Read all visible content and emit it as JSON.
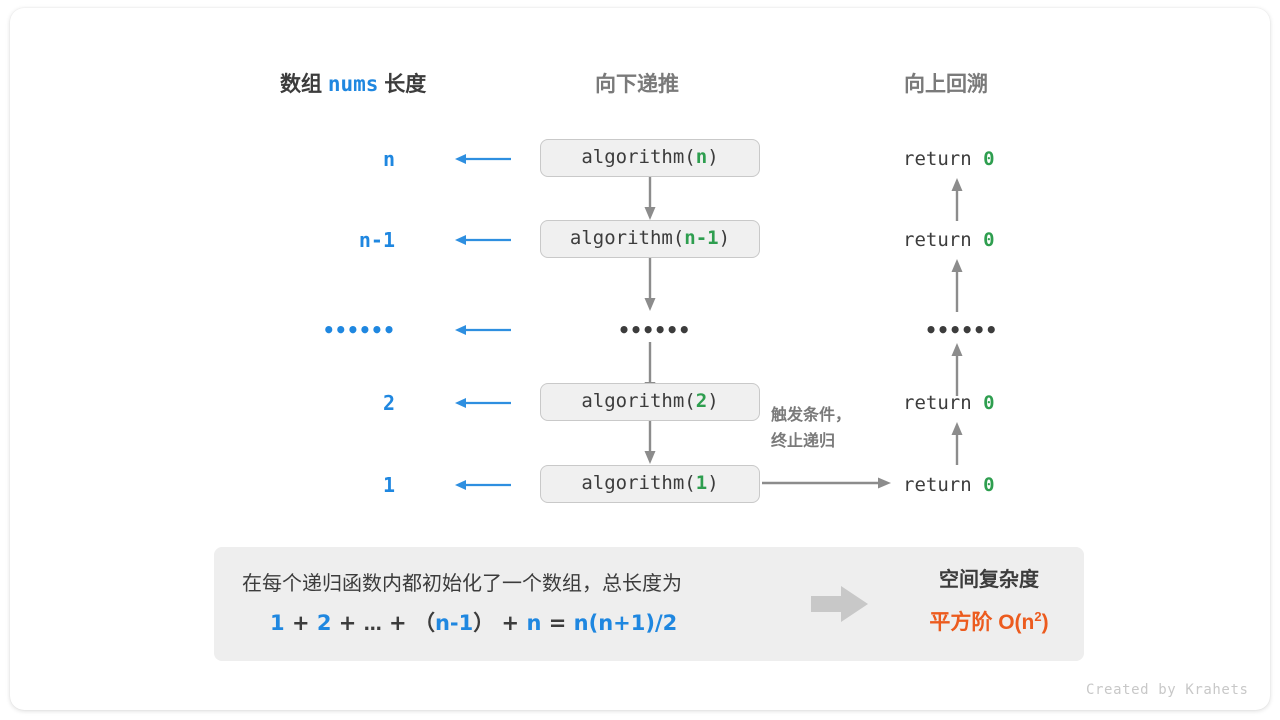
{
  "headers": {
    "array_prefix": "数组",
    "array_mono": "nums",
    "array_suffix": "长度",
    "down": "向下递推",
    "up": "向上回溯"
  },
  "rows": [
    {
      "length": "n",
      "call_prefix": "algorithm(",
      "call_arg": "n",
      "call_suffix": ")",
      "return_text": "return",
      "return_value": "0",
      "is_dots": false
    },
    {
      "length": "n-1",
      "call_prefix": "algorithm(",
      "call_arg": "n-1",
      "call_suffix": ")",
      "return_text": "return",
      "return_value": "0",
      "is_dots": false
    },
    {
      "length": "••••••",
      "call_prefix": "",
      "call_arg": "",
      "call_suffix": "",
      "return_text": "",
      "return_value": "",
      "is_dots": true,
      "dots": "••••••"
    },
    {
      "length": "2",
      "call_prefix": "algorithm(",
      "call_arg": "2",
      "call_suffix": ")",
      "return_text": "return",
      "return_value": "0",
      "is_dots": false
    },
    {
      "length": "1",
      "call_prefix": "algorithm(",
      "call_arg": "1",
      "call_suffix": ")",
      "return_text": "return",
      "return_value": "0",
      "is_dots": false
    }
  ],
  "trigger_note": {
    "line1": "触发条件，",
    "line2": "终止递归"
  },
  "summary": {
    "text": "在每个递归函数内都初始化了一个数组，总长度为",
    "formula": {
      "t1": "1",
      "op1": "+",
      "t2": "2",
      "op2": "+",
      "ell": "…",
      "op3": "+",
      "paren_open": "（",
      "t3": "n-1",
      "paren_close": "）",
      "op4": "+",
      "t4": "n",
      "eq": "=",
      "result": "n(n+1)/2"
    },
    "right_title": "空间复杂度",
    "right_value_label": "平方阶",
    "right_value_big": "O(n",
    "right_value_sup": "2",
    "right_value_tail": ")"
  },
  "footer": "Created by Krahets",
  "colors": {
    "blue": "#1f87e0",
    "green": "#2e9e4f",
    "orange": "#ec5b1e",
    "gray_text": "#7a7a7a",
    "dark_text": "#3c3c3c",
    "panel_bg": "#eeeeee",
    "box_bg": "#f0f0f0",
    "box_border": "#c9c9c9",
    "arrow_gray": "#8c8c8c"
  }
}
